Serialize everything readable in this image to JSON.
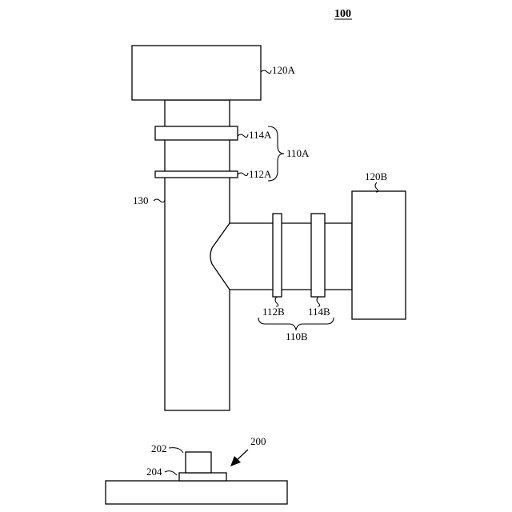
{
  "labels": {
    "figure": "100",
    "chamber_a": "120A",
    "ring_114a": "114A",
    "group_110a": "110A",
    "ring_112a": "112A",
    "tube": "130",
    "chamber_b": "120B",
    "ring_112b": "112B",
    "ring_114b": "114B",
    "group_110b": "110B",
    "part_202": "202",
    "assembly_200": "200",
    "part_204": "204"
  }
}
